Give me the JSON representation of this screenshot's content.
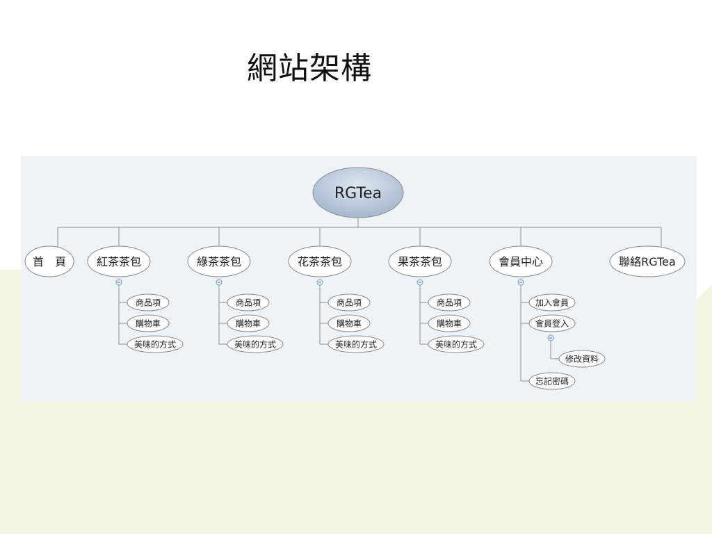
{
  "page": {
    "title": "網站架構",
    "colors": {
      "panel": "#eef3f7",
      "page_bg": "#f2f5df",
      "root_fill": "#9fb3cc"
    }
  },
  "diagram": {
    "root": "RGTea",
    "branches": [
      {
        "label": "首　頁",
        "children": []
      },
      {
        "label": "紅茶茶包",
        "children": [
          {
            "label": "商品項"
          },
          {
            "label": "購物車"
          },
          {
            "label": "美味的方式"
          }
        ]
      },
      {
        "label": "綠茶茶包",
        "children": [
          {
            "label": "商品項"
          },
          {
            "label": "購物車"
          },
          {
            "label": "美味的方式"
          }
        ]
      },
      {
        "label": "花茶茶包",
        "children": [
          {
            "label": "商品項"
          },
          {
            "label": "購物車"
          },
          {
            "label": "美味的方式"
          }
        ]
      },
      {
        "label": "果茶茶包",
        "children": [
          {
            "label": "商品項"
          },
          {
            "label": "購物車"
          },
          {
            "label": "美味的方式"
          }
        ]
      },
      {
        "label": "會員中心",
        "children": [
          {
            "label": "加入會員"
          },
          {
            "label": "會員登入",
            "children": [
              {
                "label": "修改資料"
              }
            ]
          },
          {
            "label": "忘記密碼"
          }
        ]
      },
      {
        "label": "聯絡RGTea",
        "children": []
      }
    ],
    "collapse_icon": "minus-circle-icon"
  }
}
